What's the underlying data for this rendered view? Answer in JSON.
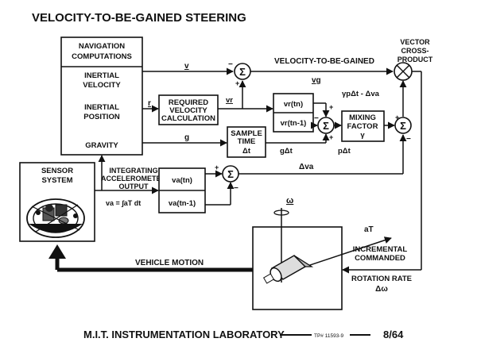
{
  "page": {
    "title": "VELOCITY-TO-BE-GAINED STEERING",
    "footer_lab": "M.I.T. INSTRUMENTATION LABORATORY",
    "footer_ref": "TP# 11593-9",
    "footer_page": "8/64"
  },
  "nav": {
    "header_1": "NAVIGATION",
    "header_2": "COMPUTATIONS",
    "row1_1": "INERTIAL",
    "row1_2": "VELOCITY",
    "row2_1": "INERTIAL",
    "row2_2": "POSITION",
    "row3": "GRAVITY"
  },
  "sensor": {
    "label_1": "SENSOR",
    "label_2": "SYSTEM"
  },
  "accel": {
    "label_1": "INTEGRATING",
    "label_2": "ACCELEROMETER",
    "label_3": "OUTPUT",
    "eq": "va = ∫aT dt",
    "top": "va(tn)",
    "bottom": "va(tn-1)"
  },
  "req_vel": {
    "line1": "REQUIRED",
    "line2": "VELOCITY",
    "line3": "CALCULATION"
  },
  "sample": {
    "line1": "SAMPLE",
    "line2": "TIME",
    "line3": "Δt"
  },
  "vr_box": {
    "top": "vr(tn)",
    "bottom": "vr(tn-1)"
  },
  "mixing": {
    "line1": "MIXING",
    "line2": "FACTOR",
    "line3": "γ"
  },
  "vector": {
    "line1": "VECTOR",
    "line2": "CROSS-",
    "line3": "PRODUCT"
  },
  "signals": {
    "v": "v",
    "r": "r",
    "g": "g",
    "vr": "vr",
    "vtbg": "VELOCITY-TO-BE-GAINED",
    "vg": "vg",
    "g_dt": "gΔt",
    "p_dt": "pΔt",
    "gamma_expr": "γpΔt - Δva",
    "dva": "Δva",
    "omega": "ω",
    "aT": "aT"
  },
  "vehicle": {
    "motion": "VEHICLE MOTION",
    "incr_1": "INCREMENTAL",
    "incr_2": "COMMANDED",
    "incr_3": "ROTATION RATE",
    "incr_4": "Δω"
  }
}
